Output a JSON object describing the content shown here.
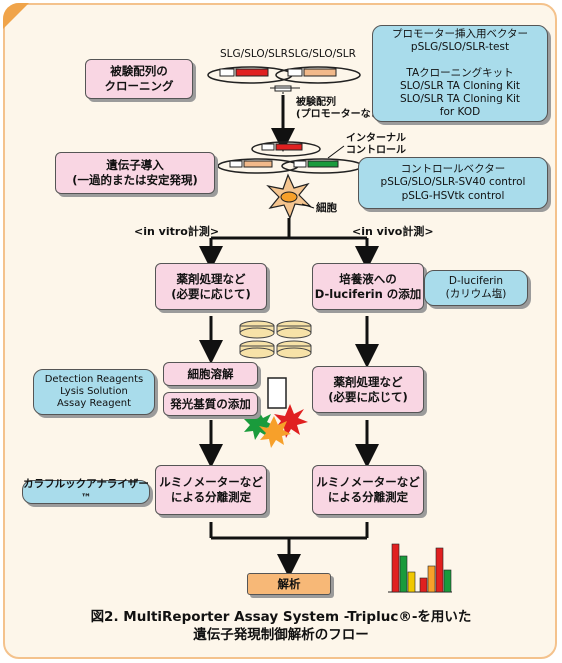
{
  "plasmids_top": {
    "left_label": "SLG/SLO/SLR",
    "right_label": "SLG/SLO/SLR"
  },
  "cloning": {
    "label": "被験配列の\nクローニング",
    "insert_label": "被験配列\n(プロモーターなど)"
  },
  "promoter_vectors": {
    "text": "プロモーター挿入用ベクター\npSLG/SLO/SLR-test\n\nTAクローニングキット\nSLO/SLR TA Cloning Kit\nSLO/SLR TA Cloning Kit\nfor KOD"
  },
  "transfection": {
    "label": "遺伝子導入\n(一過的または安定発現)",
    "internal_control": "インターナル\nコントロール",
    "cell_label": "細胞"
  },
  "control_vectors": {
    "text": "コントロールベクター\npSLG/SLO/SLR-SV40 control\npSLG-HSVtk control"
  },
  "in_vitro": {
    "header": "<in vitro計測>",
    "drug": "薬剤処理など\n(必要に応じて)",
    "lysis": "細胞溶解",
    "substrate": "発光基質の添加",
    "measure": "ルミノメーターなど\nによる分離測定",
    "detection_reagents": "Detection Reagents\nLysis Solution\nAssay Reagent",
    "analyzer": "カラフルックアナライザー™"
  },
  "in_vivo": {
    "header": "<in vivo計測>",
    "culture": "培養液への\nD-luciferin の添加",
    "luciferin": "D-luciferin\n(カリウム塩)",
    "drug": "薬剤処理など\n(必要に応じて)",
    "measure": "ルミノメーターなど\nによる分離測定"
  },
  "analysis": {
    "label": "解析"
  },
  "caption": {
    "line1": "図2. MultiReporter Assay System -Tripluc®-を用いた",
    "line2": "遺伝子発現制御解析のフロー"
  },
  "colors": {
    "frame": "#f4c28c",
    "pink": "#f9d6e3",
    "cyan": "#a9dceb",
    "orange": "#f7b877",
    "red": "#e02020",
    "green": "#1a9b3c",
    "yellow": "#f0c800"
  }
}
